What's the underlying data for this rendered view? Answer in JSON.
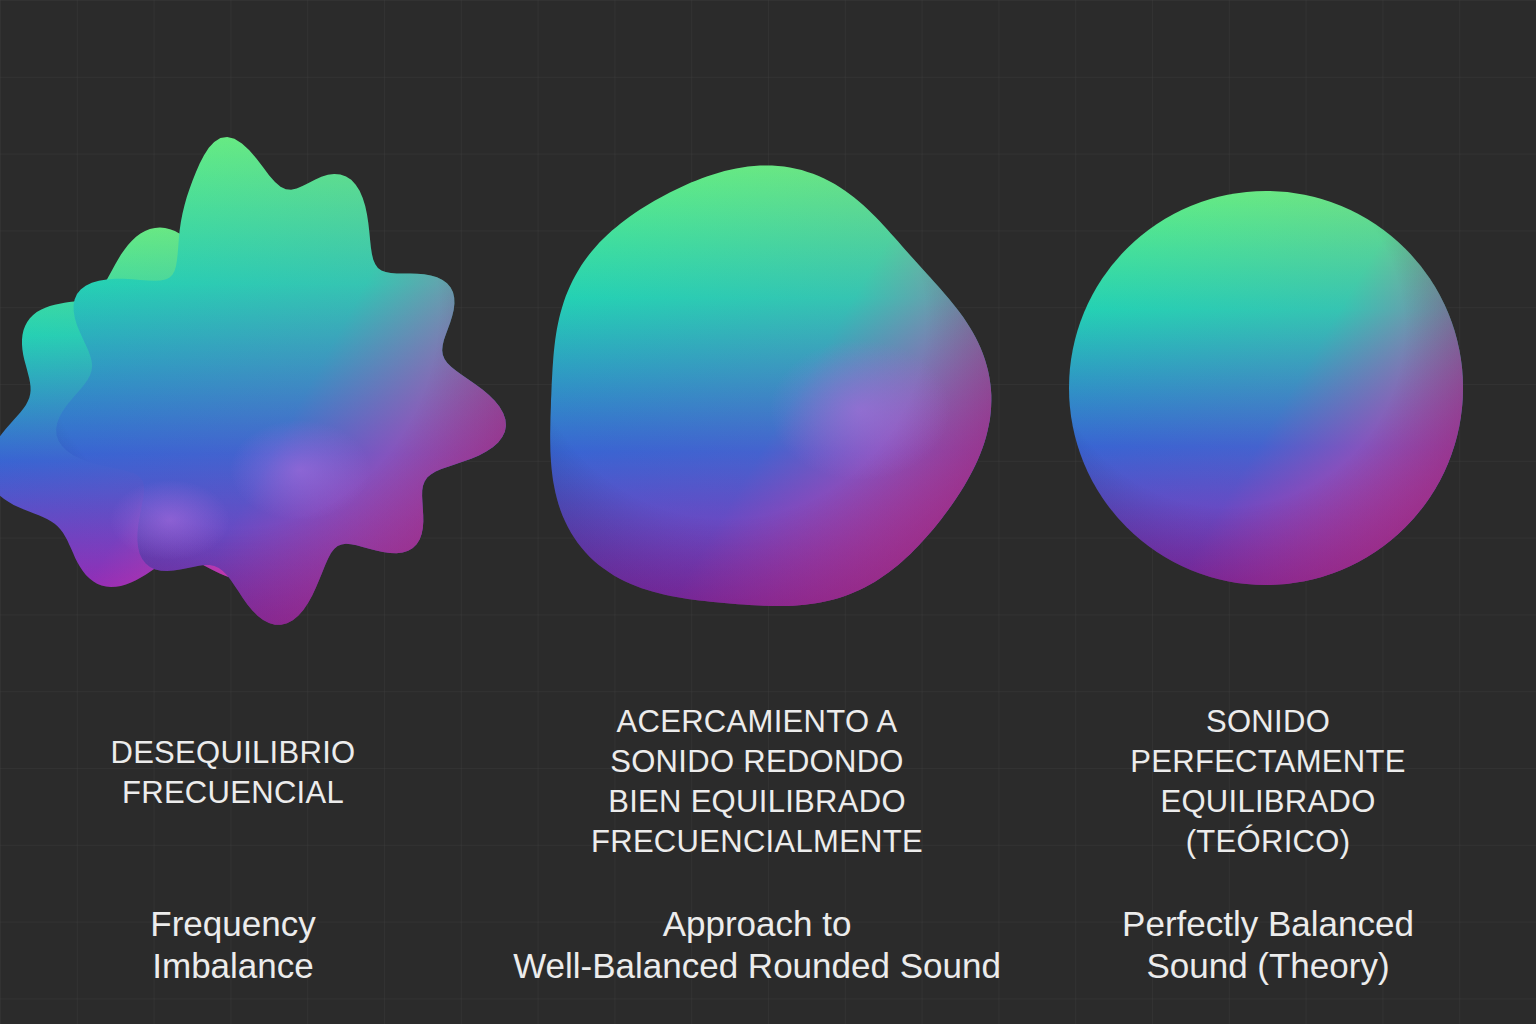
{
  "diagram": {
    "labels": [
      "DESEQUILIBRIO FRECUENCIAL",
      "Frequency Imbalance",
      "ACERCAMIENTO A SONIDO REDONDO BIEN EQUILIBRADO FRECUENCIALMENTE",
      "Approach to Well-Balanced Rounded Sound",
      "SONIDO PERFECTAMENTE EQUILIBRADO (TEÓRICO)",
      "Perfectly Balanced Sound (Theory)"
    ]
  }
}
